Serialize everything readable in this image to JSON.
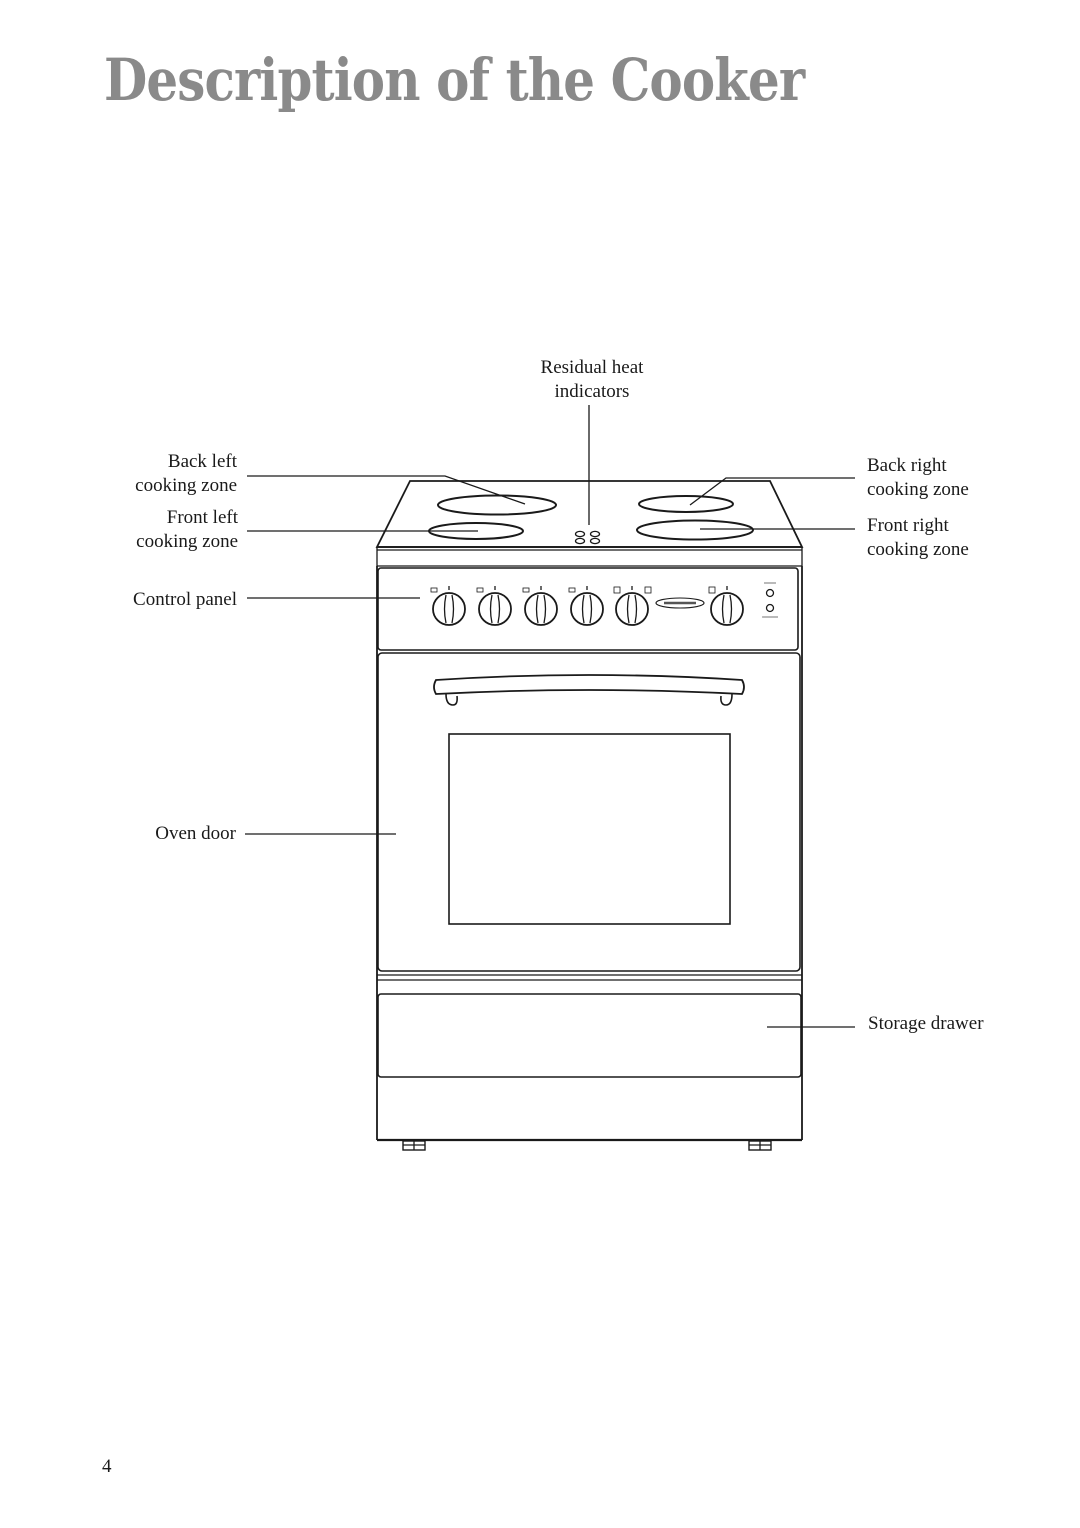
{
  "page": {
    "title": "Description of the Cooker",
    "page_number": "4"
  },
  "labels": {
    "residual_heat": [
      "Residual heat",
      "indicators"
    ],
    "back_left": [
      "Back left",
      "cooking zone"
    ],
    "front_left": [
      "Front left",
      "cooking zone"
    ],
    "control_panel": "Control panel",
    "back_right": [
      "Back right",
      "cooking zone"
    ],
    "front_right": [
      "Front right",
      "cooking zone"
    ],
    "oven_door": "Oven door",
    "storage_drawer": "Storage drawer"
  },
  "colors": {
    "title": "#8a8a8a",
    "line": "#1a1a1a"
  },
  "icons": [
    "knob-icon",
    "hotplate-icon",
    "indicator-lamp-icon"
  ]
}
